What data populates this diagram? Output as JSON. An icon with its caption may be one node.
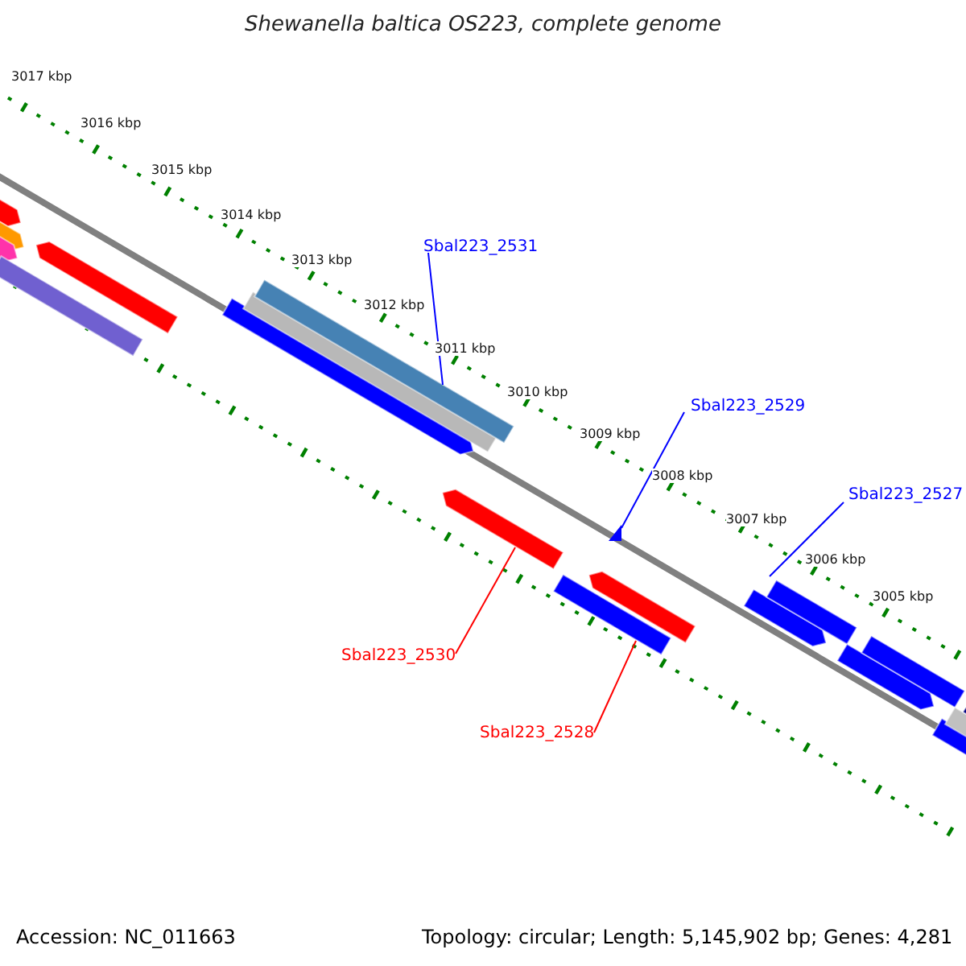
{
  "diagram": {
    "title": "Shewanella baltica OS223, complete genome",
    "nodes": [
      {
        "text": [
          "Sbal223_2531"
        ]
      },
      {
        "text": [
          "Sbal223_2529"
        ]
      },
      {
        "text": [
          "Sbal223_2527"
        ]
      },
      {
        "text": [
          "Sbal223_2530"
        ]
      },
      {
        "text": [
          "Sbal223_2528"
        ]
      },
      {
        "text": [],
        "shape": "bar"
      },
      {
        "text": [],
        "shape": "bar"
      },
      {
        "text": [],
        "shape": "bar"
      },
      {
        "text": [],
        "shape": "bar"
      },
      {
        "text": [],
        "shape": "bar"
      },
      {
        "text": [],
        "shape": "bar"
      },
      {
        "text": [],
        "shape": "bar"
      },
      {
        "text": [],
        "shape": "bar"
      },
      {
        "text": [],
        "shape": "bar"
      },
      {
        "text": [],
        "shape": "bar"
      },
      {
        "text": [],
        "shape": "triangle"
      },
      {
        "text": [],
        "shape": "bar"
      },
      {
        "text": [],
        "shape": "bar"
      },
      {
        "text": [],
        "shape": "bar"
      },
      {
        "text": [],
        "shape": "bar"
      },
      {
        "text": [],
        "shape": "bar"
      },
      {
        "text": [],
        "shape": "bar"
      },
      {
        "text": [],
        "shape": "bar"
      },
      {
        "text": [],
        "shape": "bar"
      }
    ],
    "edges": [
      {
        "from": 0,
        "to": 12,
        "arrow": "none"
      },
      {
        "from": 1,
        "to": 15,
        "arrow": "none"
      },
      {
        "from": 2,
        "to": 18,
        "arrow": "none"
      },
      {
        "from": 3,
        "to": 13,
        "arrow": "none",
        "color": "#ff0000"
      },
      {
        "from": 4,
        "to": 14,
        "arrow": "none",
        "color": "#ff0000"
      }
    ],
    "labels": [
      "3017 kbp",
      "3016 kbp",
      "3015 kbp",
      "3014 kbp",
      "3013 kbp",
      "3012 kbp",
      "3011 kbp",
      "3010 kbp",
      "3009 kbp",
      "3008 kbp",
      "3007 kbp",
      "3006 kbp",
      "3005 kbp",
      "Accession: NC_011663",
      "Topology: circular; Length: 5,145,902 bp; Genes: 4,281"
    ]
  }
}
